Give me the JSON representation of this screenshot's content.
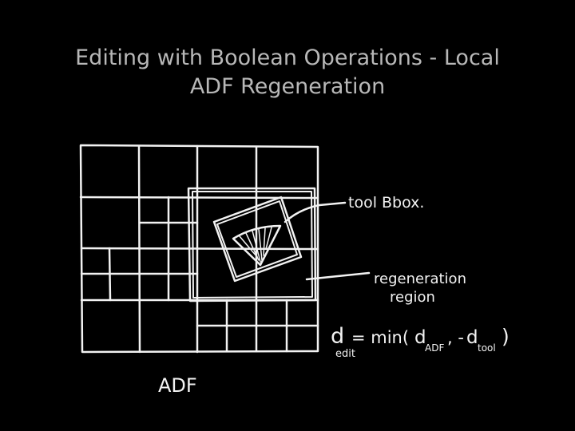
{
  "slide": {
    "title_line1": "Editing with Boolean Operations - Local",
    "title_line2": "ADF Regeneration"
  },
  "diagram": {
    "label_adf": "ADF",
    "label_tool_bbox": "tool Bbox.",
    "label_regeneration_1": "regeneration",
    "label_regeneration_2": "region",
    "formula": {
      "d": "d",
      "d_sub": "edit",
      "equals": "= min(",
      "d_adf": "d",
      "d_adf_sub": "ADF",
      "comma": ", -",
      "d_tool": "d",
      "d_tool_sub": "tool",
      "close": ")"
    }
  },
  "colors": {
    "background": "#000000",
    "title": "#b8b8b8",
    "ink": "#f2f2f2"
  }
}
